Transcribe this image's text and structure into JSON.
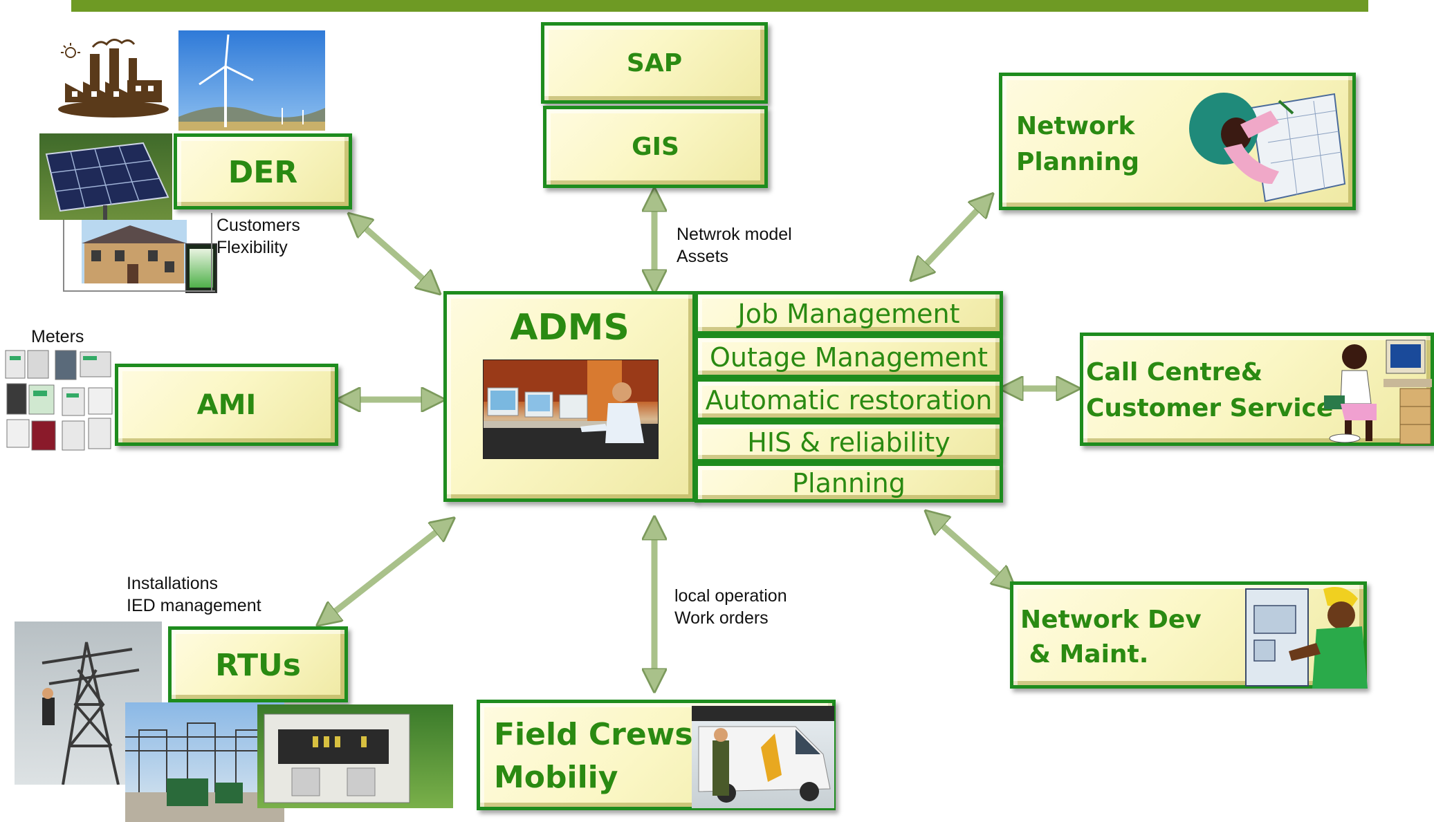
{
  "colors": {
    "accent": "#6e9a24",
    "box_border": "#1e8c1e",
    "box_fill": "#fbf7c6",
    "label": "#2a8a12",
    "arrow": "#a9c18a"
  },
  "center": {
    "title": "ADMS",
    "modules": [
      "Job Management",
      "Outage Management",
      "Automatic restoration",
      "HIS & reliability",
      "Planning"
    ]
  },
  "systems": {
    "sap": "SAP",
    "gis": "GIS",
    "der": "DER",
    "ami": "AMI",
    "rtus": "RTUs",
    "network_planning": [
      "Network",
      "Planning"
    ],
    "call_centre": [
      "Call Centre&",
      "Customer Service"
    ],
    "network_dev": [
      "Network Dev",
      " & Maint."
    ],
    "field_crews": [
      "Field Crews",
      "Mobiliy"
    ]
  },
  "notes": {
    "gis_link": [
      "Netwrok model",
      "Assets"
    ],
    "der_link": [
      "Customers",
      "Flexibility"
    ],
    "ami_link": "Meters",
    "rtu_link": [
      "Installations",
      "IED management"
    ],
    "field_link": [
      "local operation",
      "Work orders"
    ]
  },
  "icons": [
    "factory-icon",
    "wind-turbine-icon",
    "solar-panel-icon",
    "house-icon",
    "meters-icon",
    "control-room-icon",
    "planner-icon",
    "call-agent-icon",
    "technician-icon",
    "van-icon",
    "pylon-icon",
    "substation-icon",
    "cabinet-icon"
  ]
}
